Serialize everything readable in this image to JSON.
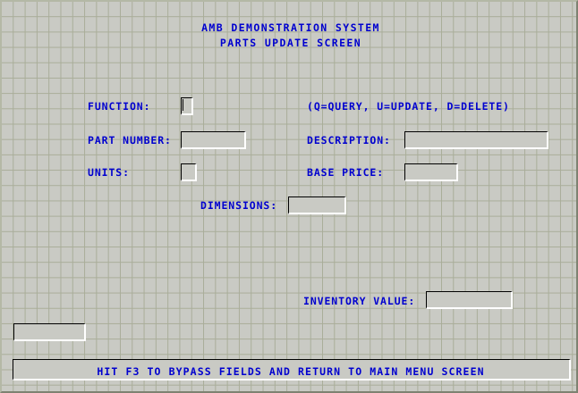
{
  "screen": {
    "title_line1": "AMB DEMONSTRATION SYSTEM",
    "title_line2": "PARTS UPDATE SCREEN",
    "colors": {
      "text_blue": "#0000cf",
      "background_gray": "#c9cac4",
      "gridline": "#a9ad99",
      "field_shadow_dark": "#000000",
      "field_highlight": "#ffffff"
    }
  },
  "form": {
    "function": {
      "label": "FUNCTION:",
      "value": "",
      "placeholder": "",
      "hint": "(Q=QUERY, U=UPDATE, D=DELETE)",
      "focused": true,
      "maxlength": "1"
    },
    "part_number": {
      "label": "PART NUMBER:",
      "value": "",
      "placeholder": ""
    },
    "description": {
      "label": "DESCRIPTION:",
      "value": "",
      "placeholder": ""
    },
    "units": {
      "label": "UNITS:",
      "value": "",
      "placeholder": ""
    },
    "base_price": {
      "label": "BASE PRICE:",
      "value": "",
      "placeholder": ""
    },
    "dimensions": {
      "label": "DIMENSIONS:",
      "value": "",
      "placeholder": ""
    },
    "inventory_value": {
      "label": "INVENTORY VALUE:",
      "value": "",
      "placeholder": ""
    },
    "unlabeled_field": {
      "label": "",
      "value": "",
      "placeholder": ""
    }
  },
  "status": {
    "message": "HIT F3 TO BYPASS FIELDS AND RETURN TO MAIN MENU SCREEN"
  }
}
